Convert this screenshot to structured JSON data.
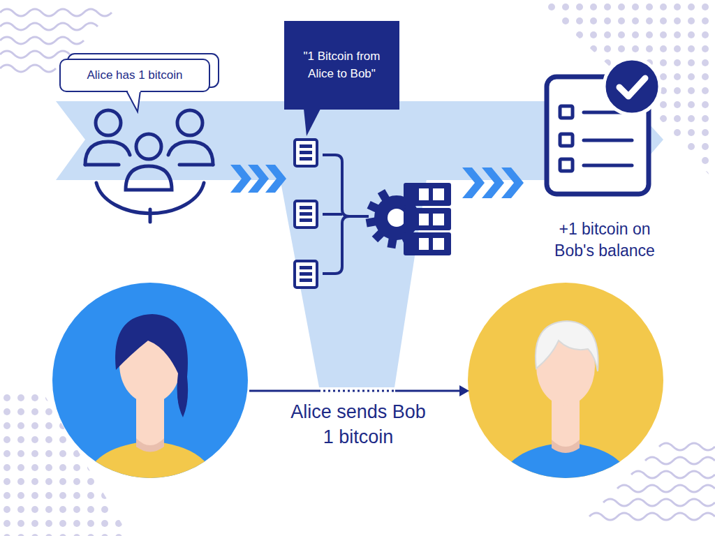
{
  "diagram": {
    "nodes": [
      {
        "text": [
          "Alice has 1 bitcoin"
        ]
      },
      {
        "text": [
          "\"1 Bitcoin from Alice to Bob\""
        ]
      }
    ],
    "labels": [
      "+1 bitcoin on Bob's balance",
      "Alice sends Bob 1 bitcoin"
    ]
  }
}
